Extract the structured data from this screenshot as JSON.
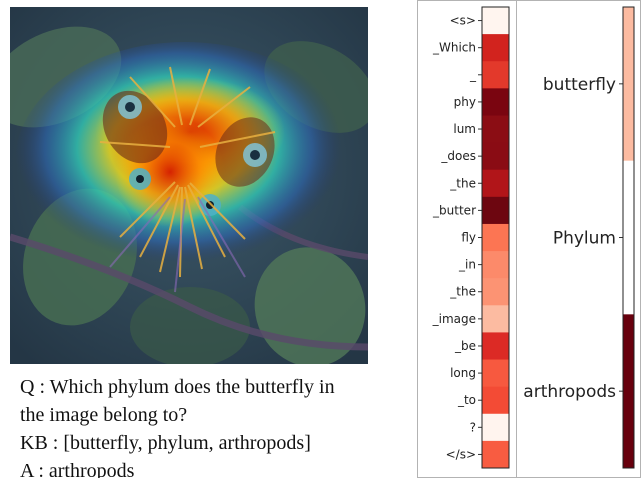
{
  "image_panel": {
    "subject": "butterfly on flower with attention heatmap overlay"
  },
  "qa_text": {
    "question_line1": "Q : Which phylum does the butterfly in",
    "question_line2": "the image belong to?",
    "kb_line": "KB : [butterfly, phylum, arthropods]",
    "answer_line": "A : arthropods"
  },
  "token_attention": {
    "tokens": [
      "<s>",
      "_Which",
      "_",
      "phy",
      "lum",
      "_does",
      "_the",
      "_butter",
      "fly",
      "_in",
      "_the",
      "_image",
      "_be",
      "long",
      "_to",
      "?",
      "</s>"
    ],
    "colors": [
      "#fff5ef",
      "#d2231e",
      "#e3392b",
      "#7a0510",
      "#8b0d14",
      "#8a0c14",
      "#b11519",
      "#6d0610",
      "#fc7553",
      "#fc8a6a",
      "#fc9373",
      "#fcbba1",
      "#dc2a25",
      "#f7593f",
      "#f34b35",
      "#fff4ee",
      "#f85c41"
    ]
  },
  "kb_attention": {
    "labels": [
      "butterfly",
      "Phylum",
      "arthropods"
    ],
    "colors": [
      "#fcbba1",
      "#ffffff",
      "#67000d"
    ]
  }
}
